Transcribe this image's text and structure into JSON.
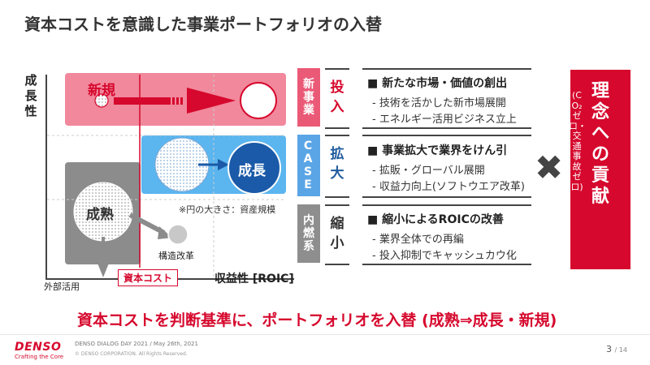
{
  "title": "資本コストを意識した事業ポートフォリオの入替",
  "diagram": {
    "y_axis_label": "成\n長\n性",
    "x_axis_label": "収益性 [ROIC]",
    "capital_cost_label": "資本コスト",
    "external_use_label": "外部活用",
    "restructure_label": "構造改革",
    "circle_size_note": "※円の大きさ：資産規模",
    "new_label": "新規",
    "growth_label": "成長",
    "mature_label": "成熟"
  },
  "categories": [
    {
      "tag": "新\n事\n業",
      "action": "投\n入",
      "heading": "■ 新たな市場・価値の創出",
      "bullets": [
        "- 技術を活かした新市場展開",
        "- エネルギー活用ビジネス立上"
      ]
    },
    {
      "tag": "C\nA\nS\nE",
      "action": "拡\n大",
      "heading": "■ 事業拡大で業界をけん引",
      "bullets": [
        "- 拡販・グローバル展開",
        "- 収益力向上(ソフトウエア改革)"
      ]
    },
    {
      "tag": "内\n燃\n系",
      "action": "縮\n小",
      "heading": "■ 縮小によるROICの改善",
      "bullets": [
        "- 業界全体での再編",
        "- 投入抑制でキャッシュカウ化"
      ]
    }
  ],
  "cross_symbol": "✖",
  "contribution": {
    "main": "理念への貢献",
    "sub": "(CO₂ゼロ・交通事故ゼロ)"
  },
  "bottom_message": "資本コストを判断基準に、ポートフォリオを入替 (成熟⇒成長・新規)",
  "footer": {
    "brand": "DENSO",
    "brand_sub": "Crafting the Core",
    "event": "DENSO DIALOG DAY 2021 / May 26th, 2021",
    "copyright": "© DENSO CORPORATION. All Rights Reserved.",
    "page": "3",
    "total": "/ 14"
  },
  "colors": {
    "accent": "#d6082d",
    "new_box": "#f1889c",
    "case_box": "#5bb5ef",
    "mature_box": "#8c8c8c",
    "growth_circle": "#1a5aa8"
  }
}
